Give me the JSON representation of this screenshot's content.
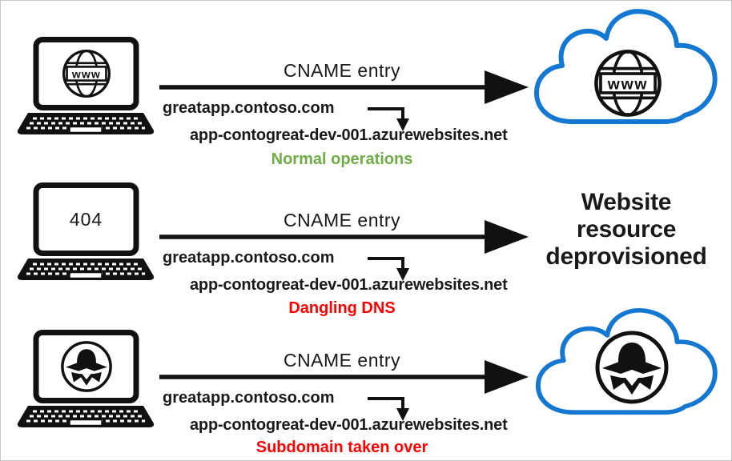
{
  "colors": {
    "ink": "#1a1a1a",
    "green": "#70ad47",
    "red": "#ff0000",
    "cloud_blue": "#1478d2",
    "border": "#c9c9c9"
  },
  "icons": {
    "globe_label": "www"
  },
  "rows": [
    {
      "cname_label": "CNAME entry",
      "source_domain": "greatapp.contoso.com",
      "target_domain": "app-contogreat-dev-001.azurewebsites.net",
      "status": "Normal operations",
      "laptop_screen": "www-globe",
      "destination": "cloud-with-www-globe"
    },
    {
      "cname_label": "CNAME entry",
      "source_domain": "greatapp.contoso.com",
      "target_domain": "app-contogreat-dev-001.azurewebsites.net",
      "status": "Dangling DNS",
      "laptop_screen_text": "404",
      "destination_lines": [
        "Website",
        "resource",
        "deprovisioned"
      ]
    },
    {
      "cname_label": "CNAME entry",
      "source_domain": "greatapp.contoso.com",
      "target_domain": "app-contogreat-dev-001.azurewebsites.net",
      "status": "Subdomain taken over",
      "laptop_screen": "hacker",
      "destination": "cloud-with-hacker"
    }
  ]
}
